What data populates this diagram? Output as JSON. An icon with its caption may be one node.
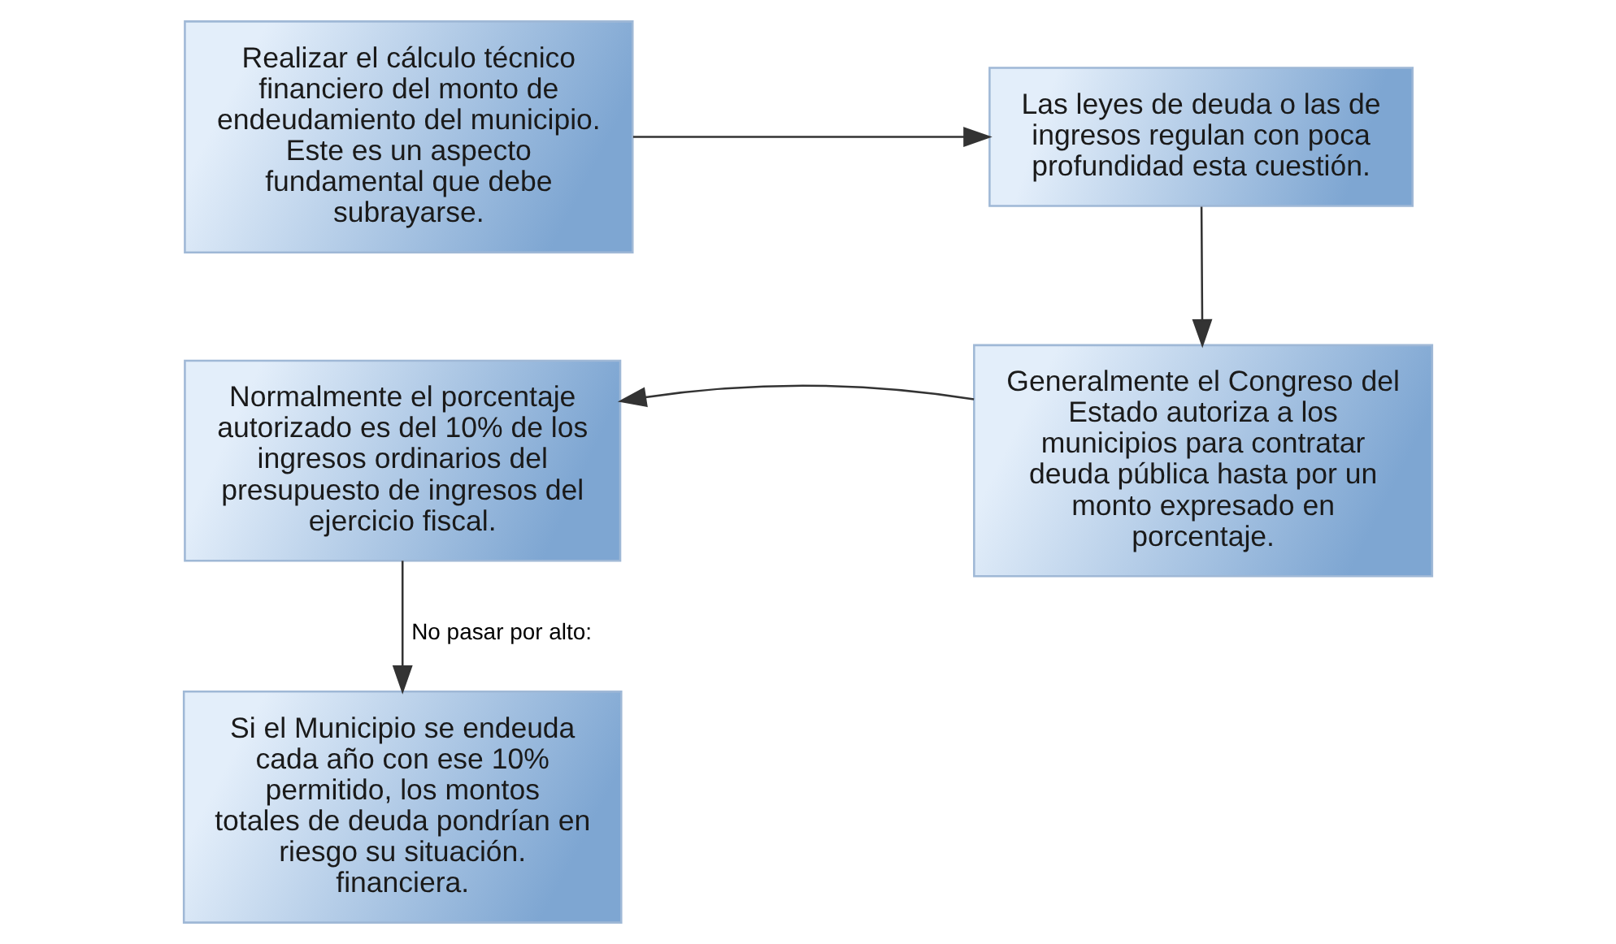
{
  "diagram": {
    "nodes": [
      {
        "text": [
          "Realizar el cálculo técnico financiero del monto de endeudamiento del municipio. Este es un aspecto fundamental que debe subrayarse."
        ]
      },
      {
        "text": [
          "Las leyes de deuda o las de ingresos regulan con poca profundidad esta cuestión."
        ]
      },
      {
        "text": [
          "Generalmente el Congreso del Estado autoriza a los municipios para contratar deuda pública hasta por un monto expresado en porcentaje."
        ]
      },
      {
        "text": [
          "Normalmente el porcentaje autorizado es del 10% de los ingresos ordinarios del presupuesto de ingresos del ejercicio fiscal."
        ]
      },
      {
        "text": [
          "Si el Municipio se endeuda cada año con ese 10% permitido, los montos totales de deuda pondrían en riesgo su situación. financiera."
        ]
      }
    ],
    "edges": [
      {
        "from": 0,
        "to": 1,
        "arrow": "to"
      },
      {
        "from": 1,
        "to": 2,
        "arrow": "to"
      },
      {
        "from": 2,
        "to": 3,
        "arrow": "to"
      },
      {
        "from": 3,
        "to": 4,
        "arrow": "to",
        "label": "No pasar por alto:"
      }
    ]
  }
}
